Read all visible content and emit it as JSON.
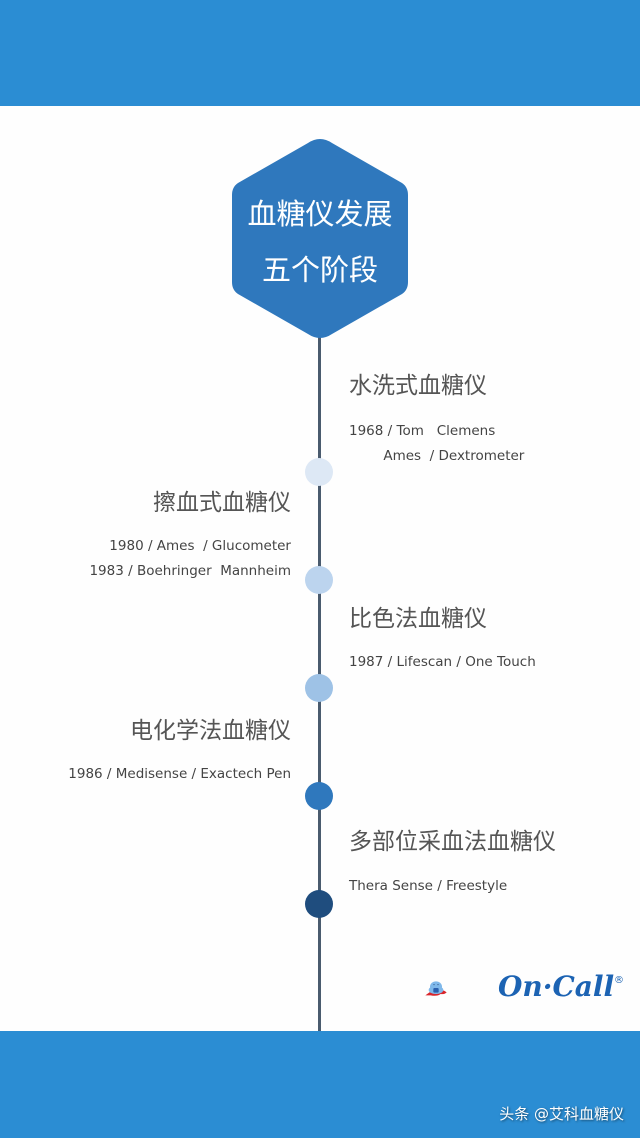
{
  "header": {
    "color": "#2b8dd3"
  },
  "title": {
    "line1": "血糖仪发展",
    "line2": "五个阶段",
    "hex_color": "#2f78bd"
  },
  "stages": [
    {
      "title": "水洗式血糖仪",
      "details": "1968 / Tom   Clemens\n        Ames  / Dextrometer",
      "side": "right",
      "dot_color": "#dde8f5"
    },
    {
      "title": "擦血式血糖仪",
      "details": "1980 / Ames  / Glucometer\n1983 / Boehringer  Mannheim",
      "side": "left",
      "dot_color": "#bcd4ee"
    },
    {
      "title": "比色法血糖仪",
      "details": "1987 / Lifescan / One Touch",
      "side": "right",
      "dot_color": "#9ec2e6"
    },
    {
      "title": "电化学法血糖仪",
      "details": "1986 / Medisense / Exactech Pen",
      "side": "left",
      "dot_color": "#2f78bd"
    },
    {
      "title": "多部位采血法血糖仪",
      "details": "Thera Sense / Freestyle",
      "side": "right",
      "dot_color": "#1f4d7e"
    }
  ],
  "logo": {
    "text": "On·Call",
    "reg": "®"
  },
  "footer": {
    "watermark": "头条 @艾科血糖仪",
    "color": "#2b8dd3"
  }
}
